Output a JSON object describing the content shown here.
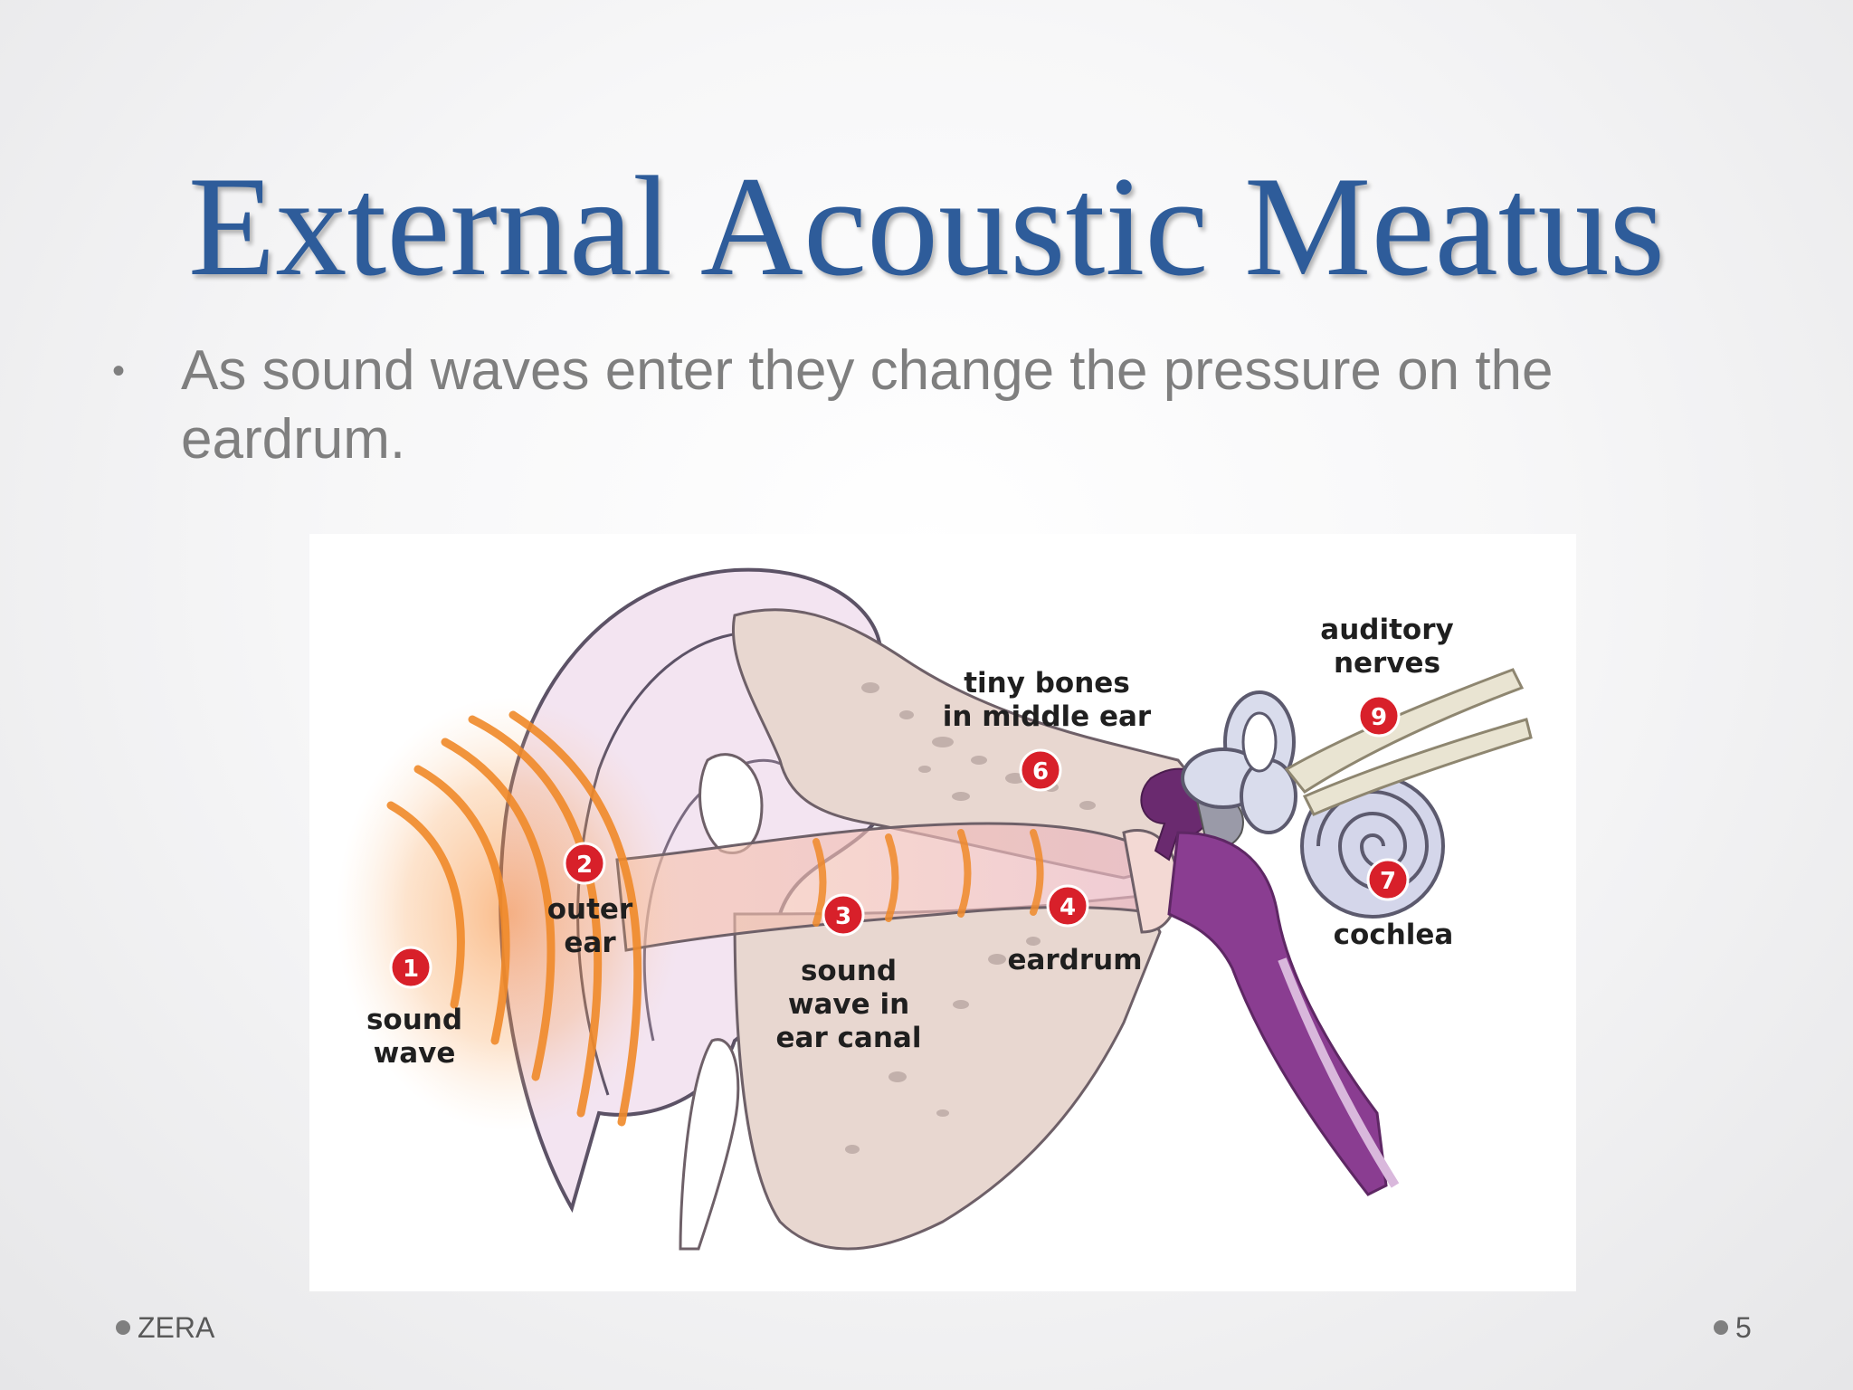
{
  "slide": {
    "title": "External Acoustic Meatus",
    "bullets": [
      "As sound waves enter they change the pressure on the eardrum."
    ],
    "footer_left": "ZERA",
    "page_number": "5"
  },
  "diagram": {
    "labels": {
      "sound_wave_1": "sound",
      "sound_wave_2": "wave",
      "outer_ear_1": "outer",
      "outer_ear_2": "ear",
      "canal_1": "sound",
      "canal_2": "wave in",
      "canal_3": "ear canal",
      "eardrum": "eardrum",
      "bones_1": "tiny bones",
      "bones_2": "in middle ear",
      "nerves_1": "auditory",
      "nerves_2": "nerves",
      "cochlea": "cochlea"
    },
    "markers": [
      "1",
      "2",
      "3",
      "4",
      "6",
      "7",
      "9"
    ],
    "colors": {
      "marker": "#d8202a",
      "wave": "#f08a2a",
      "skin": "#f1e3ef",
      "bone": "#e5d4cf",
      "inner": "#8a3d91"
    }
  }
}
